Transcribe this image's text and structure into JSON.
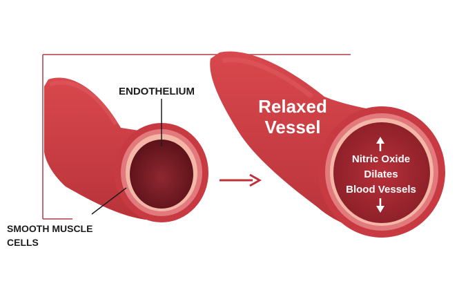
{
  "labels": {
    "endothelium": "ENDOTHELIUM",
    "smooth_muscle_line1": "SMOOTH MUSCLE",
    "smooth_muscle_line2": "CELLS",
    "relaxed_line1": "Relaxed",
    "relaxed_line2": "Vessel",
    "nitric_line1": "Nitric Oxide",
    "nitric_line2": "Dilates",
    "nitric_line3": "Blood Vessels"
  },
  "colors": {
    "vessel_outer": "#c8383f",
    "vessel_dark": "#9e2a31",
    "vessel_ring": "#e27a7d",
    "vessel_band": "#f3b6a7",
    "lumen_dark": "#6b1a22",
    "frame": "#b03a47",
    "arrow": "#c03038",
    "text_dark": "#1c1c1c",
    "text_light": "#ffffff"
  }
}
